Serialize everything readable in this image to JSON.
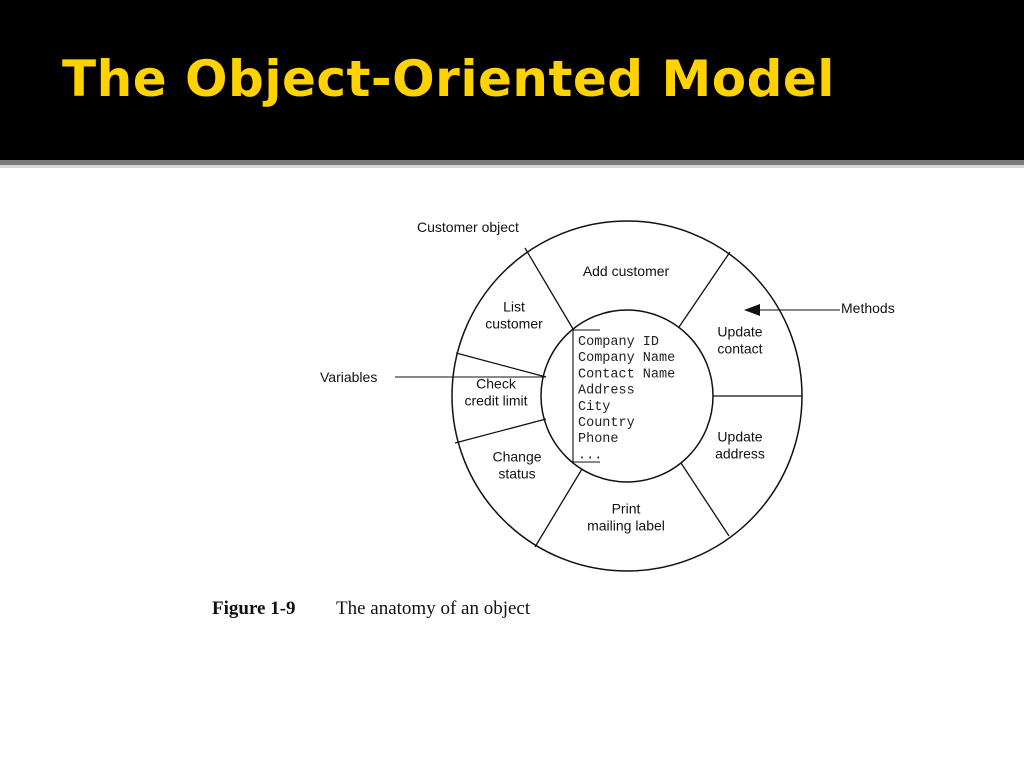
{
  "slide": {
    "title": "The Object-Oriented Model"
  },
  "diagram": {
    "object_label": "Customer object",
    "methods_label": "Methods",
    "variables_label": "Variables",
    "segments": [
      [
        "Add customer"
      ],
      [
        "Update",
        "contact"
      ],
      [
        "Update",
        "address"
      ],
      [
        "Print",
        "mailing label"
      ],
      [
        "Change",
        "status"
      ],
      [
        "Check",
        "credit limit"
      ],
      [
        "List",
        "customer"
      ]
    ],
    "variables": [
      "Company ID",
      "Company Name",
      "Contact Name",
      "Address",
      "City",
      "Country",
      "Phone",
      "..."
    ]
  },
  "caption": {
    "number": "Figure 1-9",
    "text": "The anatomy of an object"
  }
}
